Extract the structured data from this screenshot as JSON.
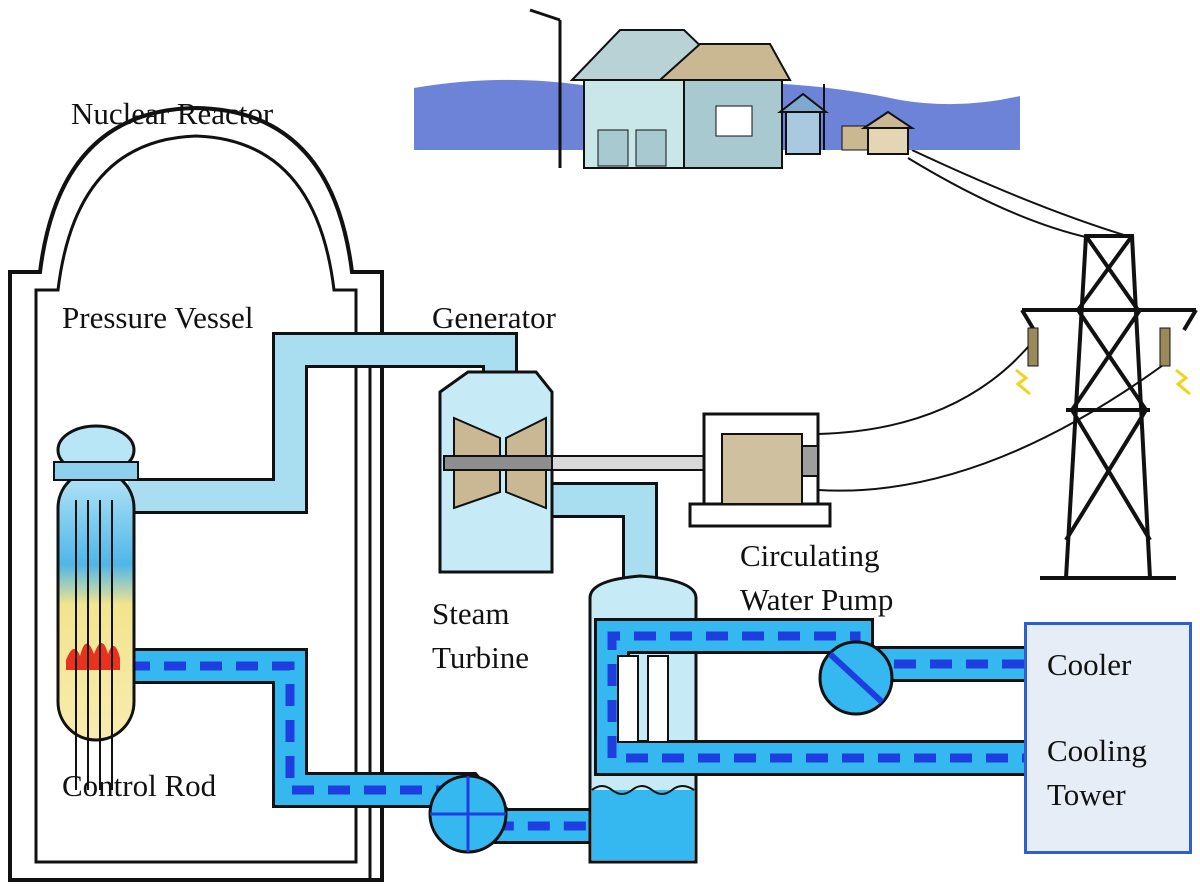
{
  "labels": {
    "nuclear_reactor": "Nuclear Reactor",
    "pressure_vessel": "Pressure Vessel",
    "generator": "Generator",
    "circulating_water_pump": "Circulating\nWater Pump",
    "steam_turbine": "Steam\nTurbine",
    "control_rod": "Control Rod",
    "cooler": "Cooler",
    "cooling_tower": "Cooling\nTower"
  },
  "colors": {
    "steam_pipe": "#a9def0",
    "water_pipe": "#35b7f0",
    "water_dash": "#1e3ee0",
    "houses_sky": "#6d83d8",
    "core_top": "#9fd8f0",
    "core_bottom": "#f5e79a",
    "hot_core": "#e8321e",
    "generator": "#cfc1a0",
    "cooler_border": "#2d5fd0"
  }
}
